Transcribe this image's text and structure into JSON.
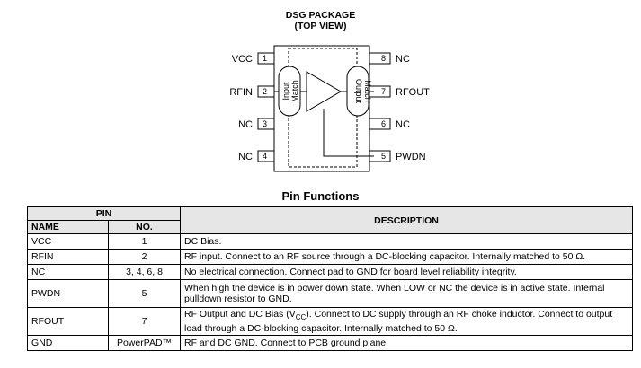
{
  "package": {
    "title_line1": "DSG PACKAGE",
    "title_line2": "(TOP VIEW)",
    "left_pins": [
      {
        "name": "VCC",
        "num": "1"
      },
      {
        "name": "RFIN",
        "num": "2"
      },
      {
        "name": "NC",
        "num": "3"
      },
      {
        "name": "NC",
        "num": "4"
      }
    ],
    "right_pins": [
      {
        "name": "NC",
        "num": "8"
      },
      {
        "name": "RFOUT",
        "num": "7"
      },
      {
        "name": "NC",
        "num": "6"
      },
      {
        "name": "PWDN",
        "num": "5"
      }
    ],
    "input_match": [
      "Input",
      "Match"
    ],
    "output_match": [
      "Output",
      "Match"
    ]
  },
  "table": {
    "title": "Pin Functions",
    "header": {
      "pin": "PIN",
      "name": "NAME",
      "no": "NO.",
      "description": "DESCRIPTION"
    },
    "rows": [
      {
        "name": "VCC",
        "no": "1",
        "description": "DC Bias."
      },
      {
        "name": "RFIN",
        "no": "2",
        "description": "RF input. Connect to an RF source through a DC-blocking capacitor. Internally matched to 50 Ω."
      },
      {
        "name": "NC",
        "no": "3, 4, 6, 8",
        "description": "No electrical connection. Connect pad to GND for board level reliability integrity."
      },
      {
        "name": "PWDN",
        "no": "5",
        "description": "When high the device is in power down state. When LOW or NC the device is in active state. Internal pulldown resistor to GND."
      },
      {
        "name": "RFOUT",
        "no": "7",
        "description_pre": "RF Output and DC Bias (V",
        "description_sub": "CC",
        "description_post": "). Connect to DC supply through an RF choke inductor. Connect to output load through a DC-blocking capacitor. Internally matched to 50 Ω."
      },
      {
        "name": "GND",
        "no": "PowerPAD™",
        "description": "RF and DC GND. Connect to PCB ground plane."
      }
    ]
  }
}
